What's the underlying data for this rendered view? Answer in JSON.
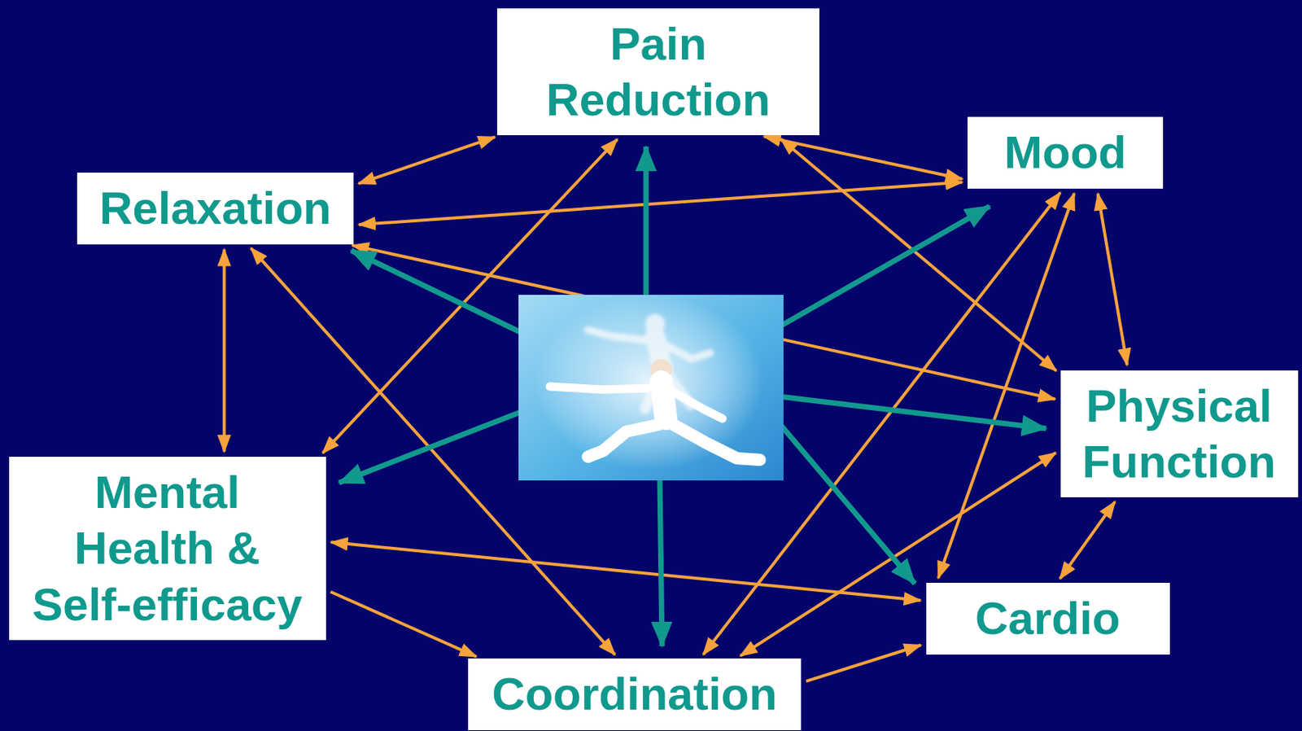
{
  "diagram": {
    "nodes": [
      {
        "text": [
          "Pain Reduction"
        ]
      },
      {
        "text": [
          "Mood"
        ]
      },
      {
        "text": [
          "Relaxation"
        ]
      },
      {
        "text": [
          "Physical Function"
        ]
      },
      {
        "text": [
          "Mental Health & Self-efficacy"
        ]
      },
      {
        "text": [
          "Cardio"
        ]
      },
      {
        "text": [
          "Coordination"
        ]
      }
    ],
    "edges": [
      {
        "from": 2,
        "to": 0,
        "arrow": "both"
      },
      {
        "from": 0,
        "to": 1,
        "arrow": "both"
      },
      {
        "from": 2,
        "to": 1,
        "arrow": "both"
      },
      {
        "from": 2,
        "to": 3,
        "arrow": "both"
      },
      {
        "from": 0,
        "to": 3,
        "arrow": "both"
      },
      {
        "from": 1,
        "to": 3,
        "arrow": "both"
      },
      {
        "from": 4,
        "to": 0,
        "arrow": "both"
      },
      {
        "from": 2,
        "to": 4,
        "arrow": "both"
      },
      {
        "from": 2,
        "to": 6,
        "arrow": "both"
      },
      {
        "from": 4,
        "to": 5,
        "arrow": "both"
      },
      {
        "from": 4,
        "to": 6,
        "arrow": "to"
      },
      {
        "from": 6,
        "to": 5,
        "arrow": "to"
      },
      {
        "from": 5,
        "to": 3,
        "arrow": "both"
      },
      {
        "from": 6,
        "to": 1,
        "arrow": "both"
      },
      {
        "from": 5,
        "to": 1,
        "arrow": "both"
      },
      {
        "from": 6,
        "to": 3,
        "arrow": "both"
      }
    ]
  }
}
